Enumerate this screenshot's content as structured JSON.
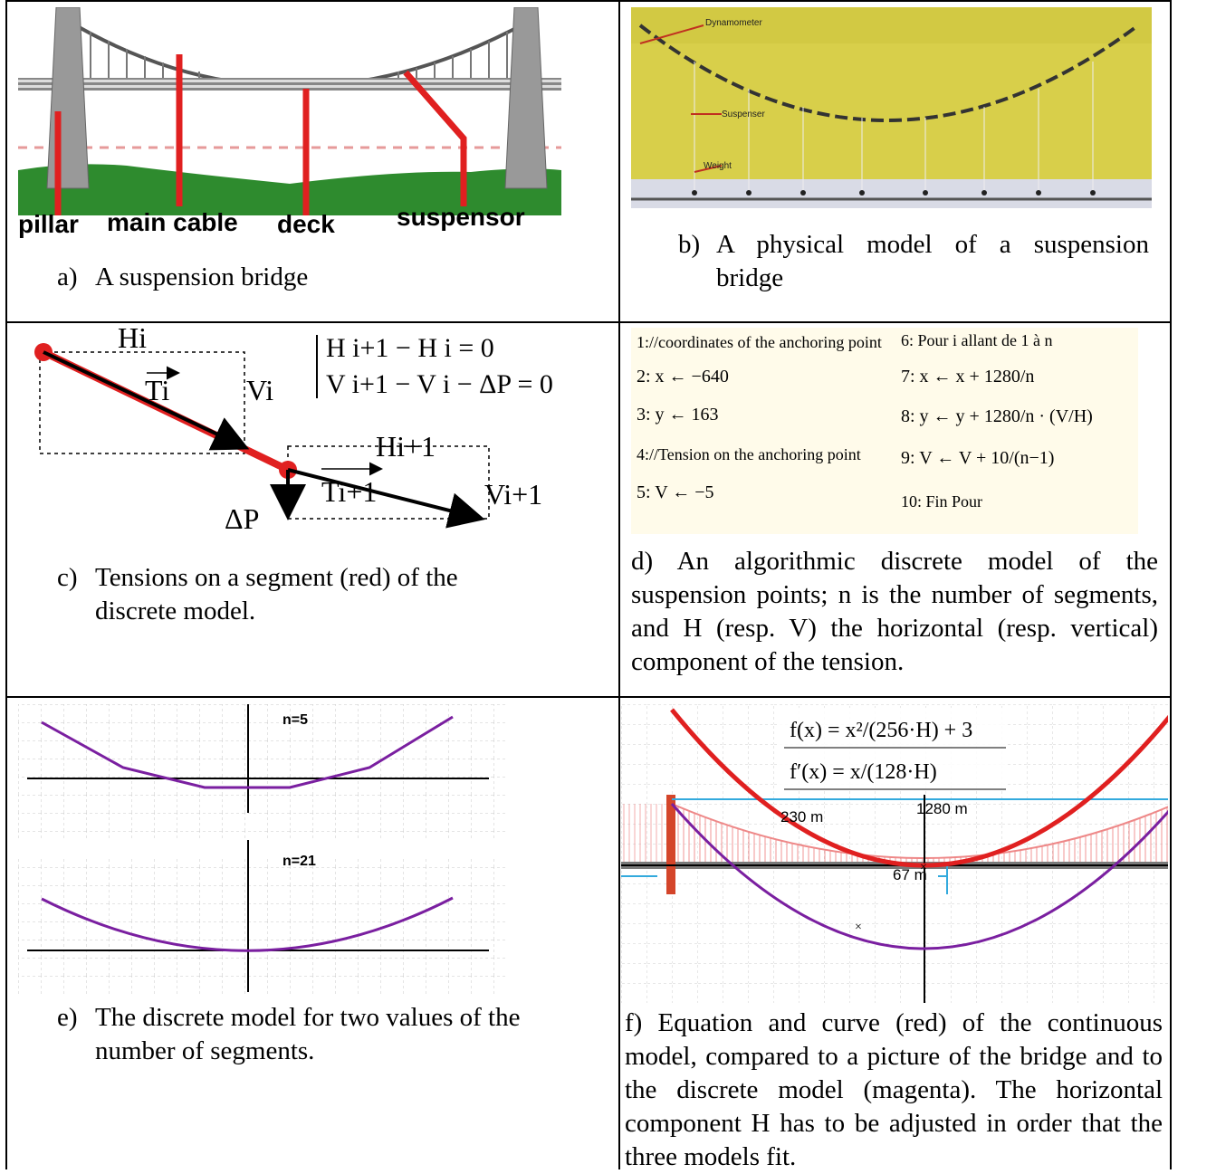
{
  "panel_a": {
    "labels": [
      "pillar",
      "main cable",
      "deck",
      "suspensor"
    ],
    "caption_label": "a)",
    "caption_text": "A suspension bridge"
  },
  "panel_b": {
    "labels": [
      "Dynamometer",
      "Suspenser",
      "Weight"
    ],
    "caption_label": "b)",
    "caption_line1": "A physical model of a suspension",
    "caption_line2": "bridge"
  },
  "panel_c": {
    "hi": "Hi",
    "ti": "Ti",
    "vi": "Vi",
    "hi1": "Hi+1",
    "ti1": "Ti+1",
    "vi1": "Vi+1",
    "dp": "ΔP",
    "eq1": "H i+1 − H i = 0",
    "eq2": "V i+1 − V i − ΔP = 0",
    "caption_label": "c)",
    "caption_line1": "Tensions on a segment (red) of the",
    "caption_line2": "discrete model."
  },
  "panel_d": {
    "algo_left": [
      "1://coordinates of the anchoring point",
      "2:   x ← −640",
      "3:   y ← 163",
      "4://Tension on the anchoring point",
      "5:   V ← −5"
    ],
    "algo_right": [
      "6:  Pour  i  allant de  1  à  n",
      "7:    x ← x + 1280/n",
      "8:    y ← y + 1280/n · (V/H)",
      "9:     V ← V + 10/(n−1)",
      "10:  Fin Pour"
    ],
    "caption": "d) An algorithmic discrete model of the suspension points; n is the number of segments, and H (resp. V) the horizontal (resp. vertical) component of the tension."
  },
  "panel_e": {
    "label_top": "n=5",
    "label_bottom": "n=21",
    "caption_label": "e)",
    "caption_line1": "The discrete model for two values of the",
    "caption_line2": "number of segments."
  },
  "panel_f": {
    "eq1": "f(x) = x²/(256·H) + 3",
    "eq2": "f′(x) = x/(128·H)",
    "label_230": "230 m",
    "label_1280": "1280 m",
    "label_67": "67 m",
    "caption": "f) Equation and curve (red) of the continuous model, compared to a picture of the bridge and to the discrete model (magenta). The horizontal component H has to be adjusted in order that the three models fit."
  },
  "colors": {
    "red": "#e02020",
    "magenta": "#7a1fa0",
    "grass": "#2e8b2e",
    "yellow_bg": "#d8cf4a"
  }
}
